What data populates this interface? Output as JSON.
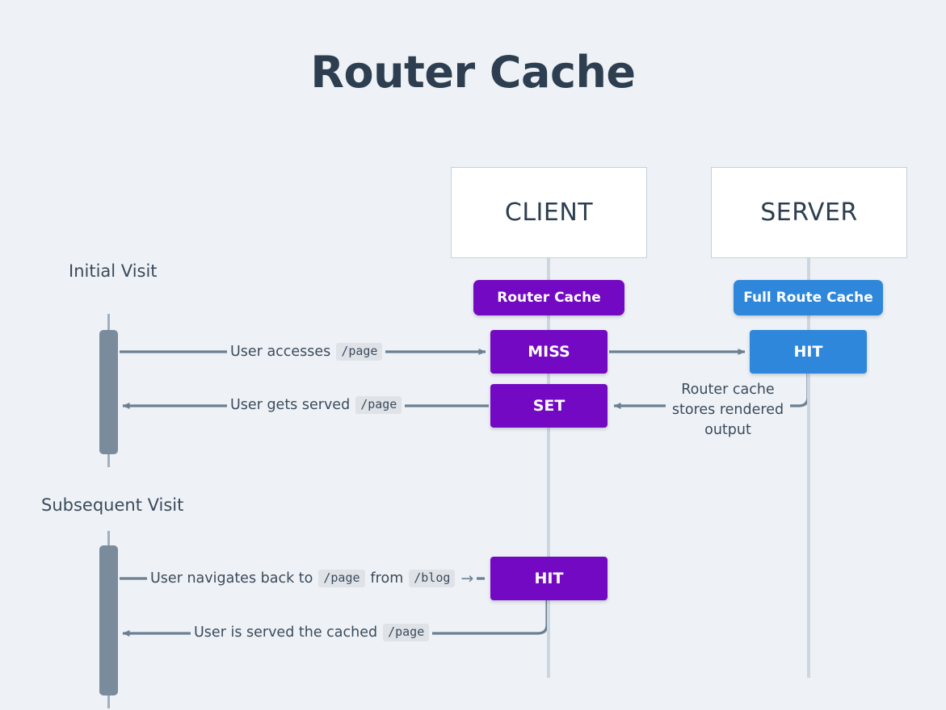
{
  "page": {
    "title": "Router Cache",
    "background_color": "#eef2f6",
    "title_color": "#2c3e50"
  },
  "colors": {
    "router_cache_purple": "#7309c2",
    "full_route_cache_blue": "#2e87db",
    "arrow_gray": "#6c7f92",
    "lifeline_gray": "#ccd6e0",
    "activation_gray": "#7a8b9c",
    "text_slate": "#3b4a5a",
    "code_chip_bg": "#dfe3e8"
  },
  "participants": [
    {
      "name": "client",
      "label": "CLIENT"
    },
    {
      "name": "server",
      "label": "SERVER"
    }
  ],
  "badges": [
    {
      "name": "router-cache",
      "label": "Router Cache",
      "color": "#7309c2"
    },
    {
      "name": "full-route-cache",
      "label": "Full Route Cache",
      "color": "#2e87db"
    }
  ],
  "sections": [
    {
      "name": "initial-visit",
      "label": "Initial Visit"
    },
    {
      "name": "subsequent-visit",
      "label": "Subsequent Visit"
    }
  ],
  "states": {
    "miss": "MISS",
    "set": "SET",
    "hit_server": "HIT",
    "hit_client": "HIT"
  },
  "messages": {
    "user_accesses": {
      "prefix": "User accesses",
      "code": "/page",
      "suffix": ""
    },
    "user_gets_served": {
      "prefix": "User gets served",
      "code": "/page",
      "suffix": ""
    },
    "user_navigates_back": {
      "prefix": "User navigates back to",
      "code": "/page",
      "middle": "from",
      "code2": "/blog",
      "arrow_glyph": "→"
    },
    "user_is_served_cached": {
      "prefix": "User is served the cached",
      "code": "/page",
      "suffix": ""
    },
    "router_cache_stores": "Router cache stores rendered output"
  },
  "chart_data": {
    "type": "diagram",
    "diagram_kind": "sequence-diagram",
    "title": "Router Cache",
    "lanes": [
      "User",
      "CLIENT",
      "SERVER"
    ],
    "flows": [
      {
        "section": "Initial Visit",
        "steps": [
          {
            "from": "User",
            "to": "CLIENT",
            "label": "User accesses /page",
            "result": "MISS",
            "result_color": "#7309c2"
          },
          {
            "from": "CLIENT",
            "to": "SERVER",
            "label": "",
            "result": "HIT",
            "result_color": "#2e87db"
          },
          {
            "from": "SERVER",
            "to": "CLIENT",
            "label": "Router cache stores rendered output",
            "result": "SET",
            "result_color": "#7309c2"
          },
          {
            "from": "CLIENT",
            "to": "User",
            "label": "User gets served /page",
            "result": "",
            "result_color": ""
          }
        ]
      },
      {
        "section": "Subsequent Visit",
        "steps": [
          {
            "from": "User",
            "to": "CLIENT",
            "label": "User navigates back to /page from /blog",
            "result": "HIT",
            "result_color": "#7309c2"
          },
          {
            "from": "CLIENT",
            "to": "User",
            "label": "User is served the cached /page",
            "result": "",
            "result_color": ""
          }
        ]
      }
    ]
  }
}
